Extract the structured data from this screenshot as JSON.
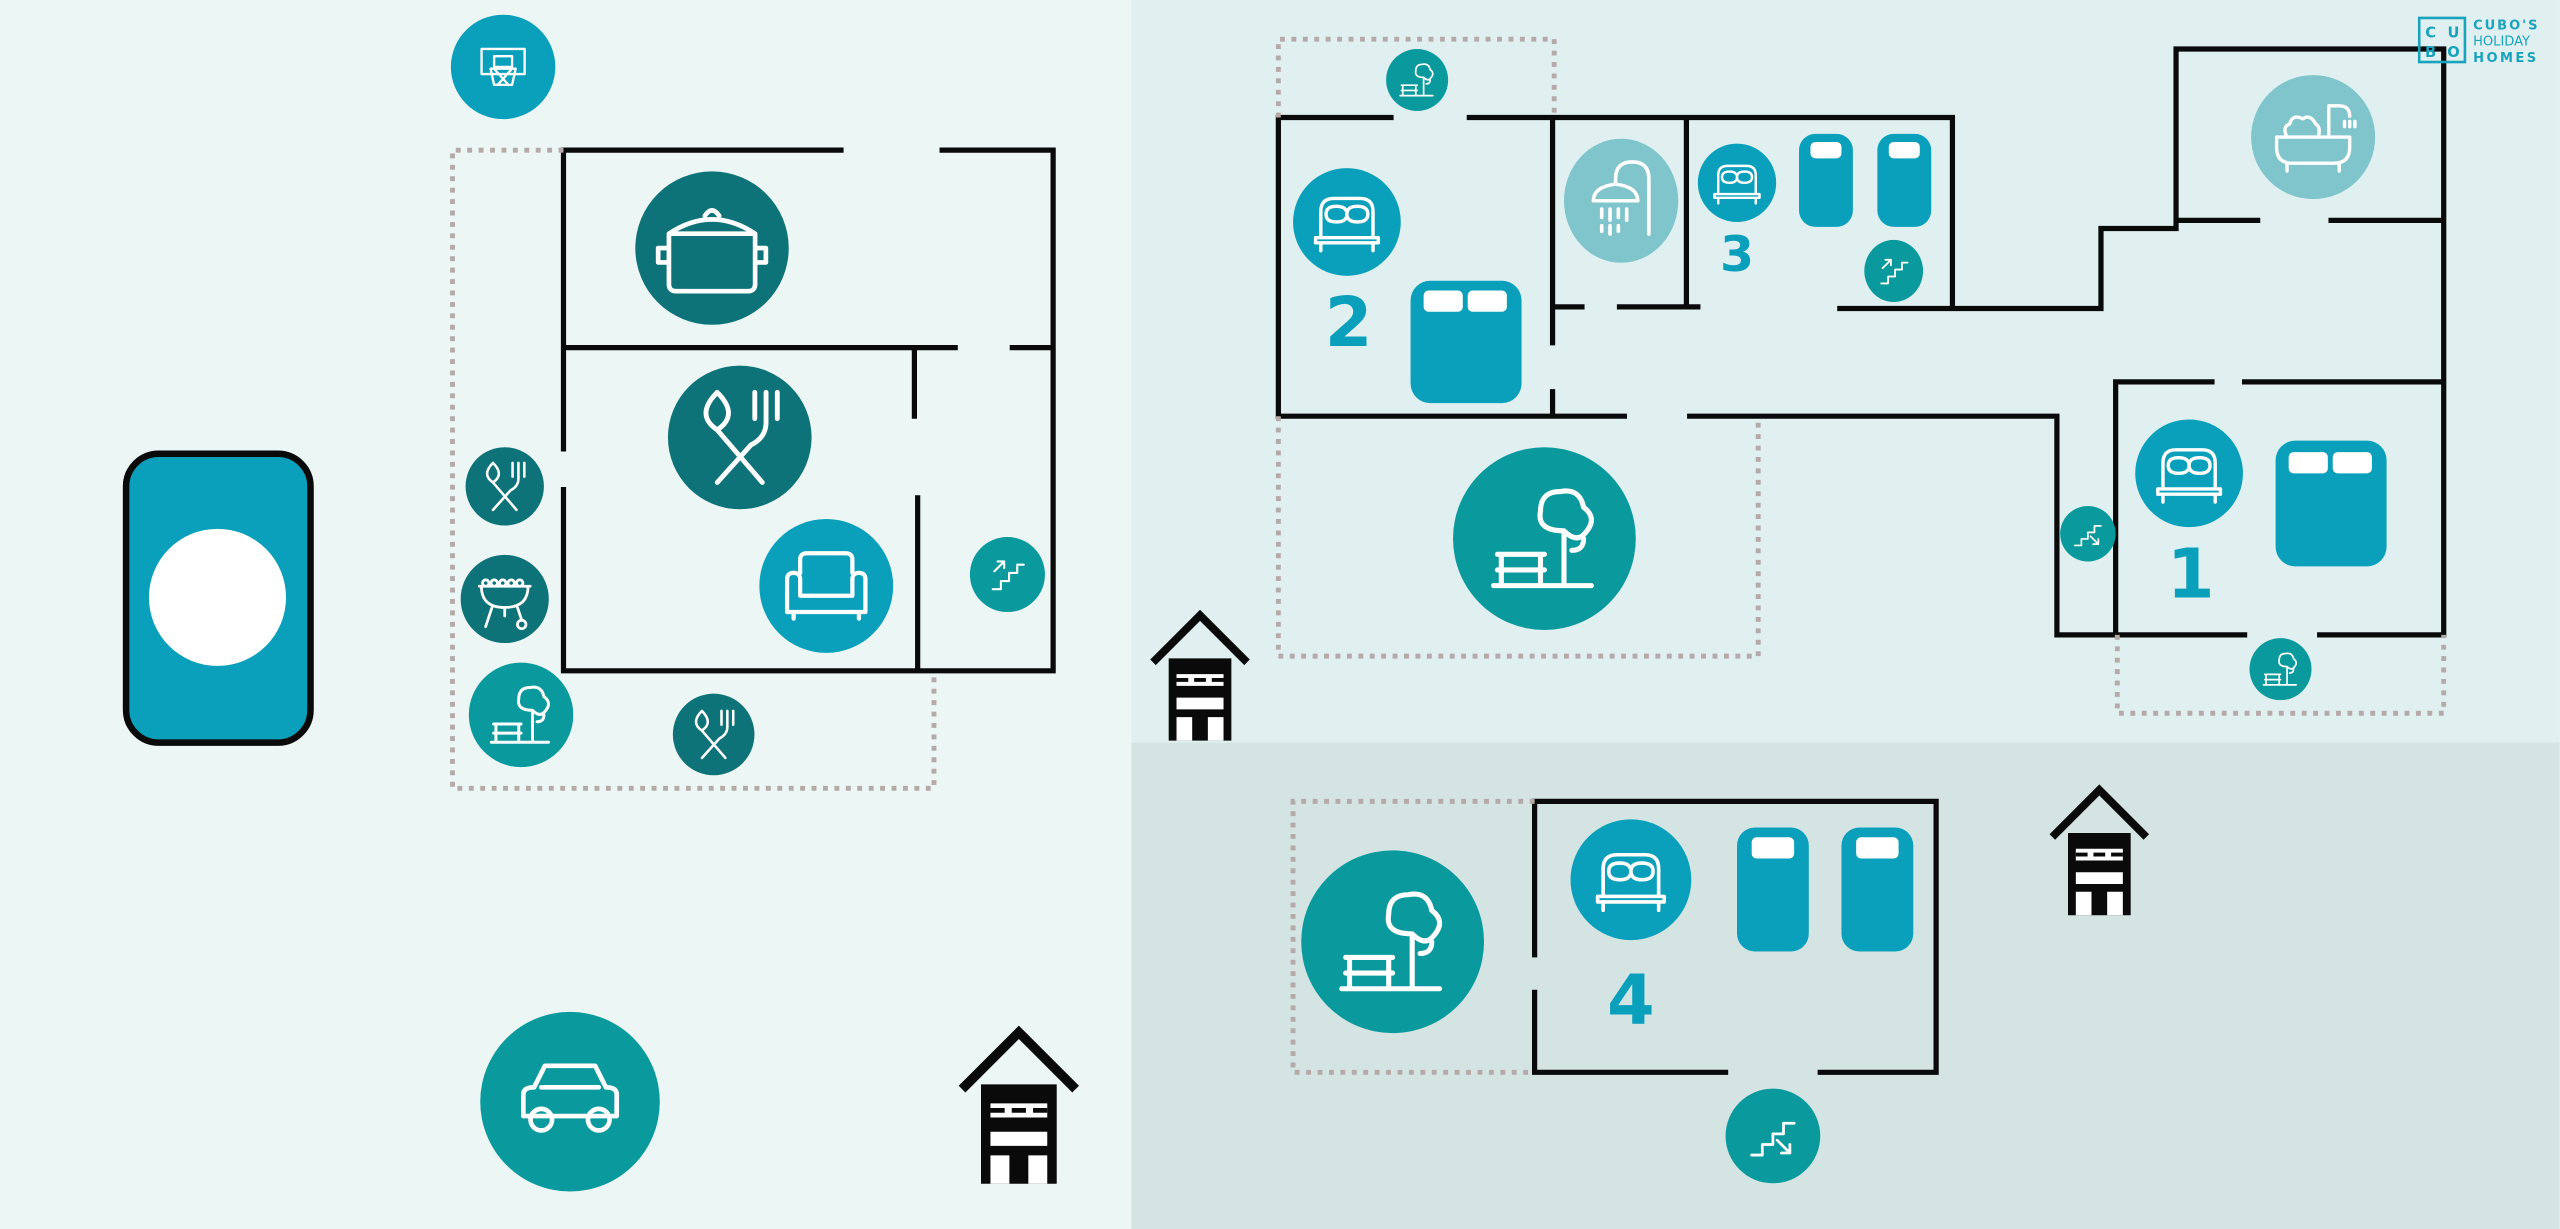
{
  "logo": {
    "letters": [
      "C",
      "U",
      "B",
      "O"
    ],
    "line1": "CUBO'S",
    "line2": "HOLIDAY",
    "line3": "HOMES"
  },
  "rooms": {
    "bedroom_1": "1",
    "bedroom_2": "2",
    "bedroom_3": "3",
    "bedroom_4": "4"
  },
  "colors": {
    "background_left": "#ebf6f5",
    "background_right_top": "#e0f0f0",
    "background_right_bottom": "#d4e4e3",
    "teal_dark": "#0d7379",
    "teal": "#0a9a9e",
    "blue": "#0aa0bb",
    "light": "#80c5cb",
    "wall": "#0a0a0a"
  }
}
